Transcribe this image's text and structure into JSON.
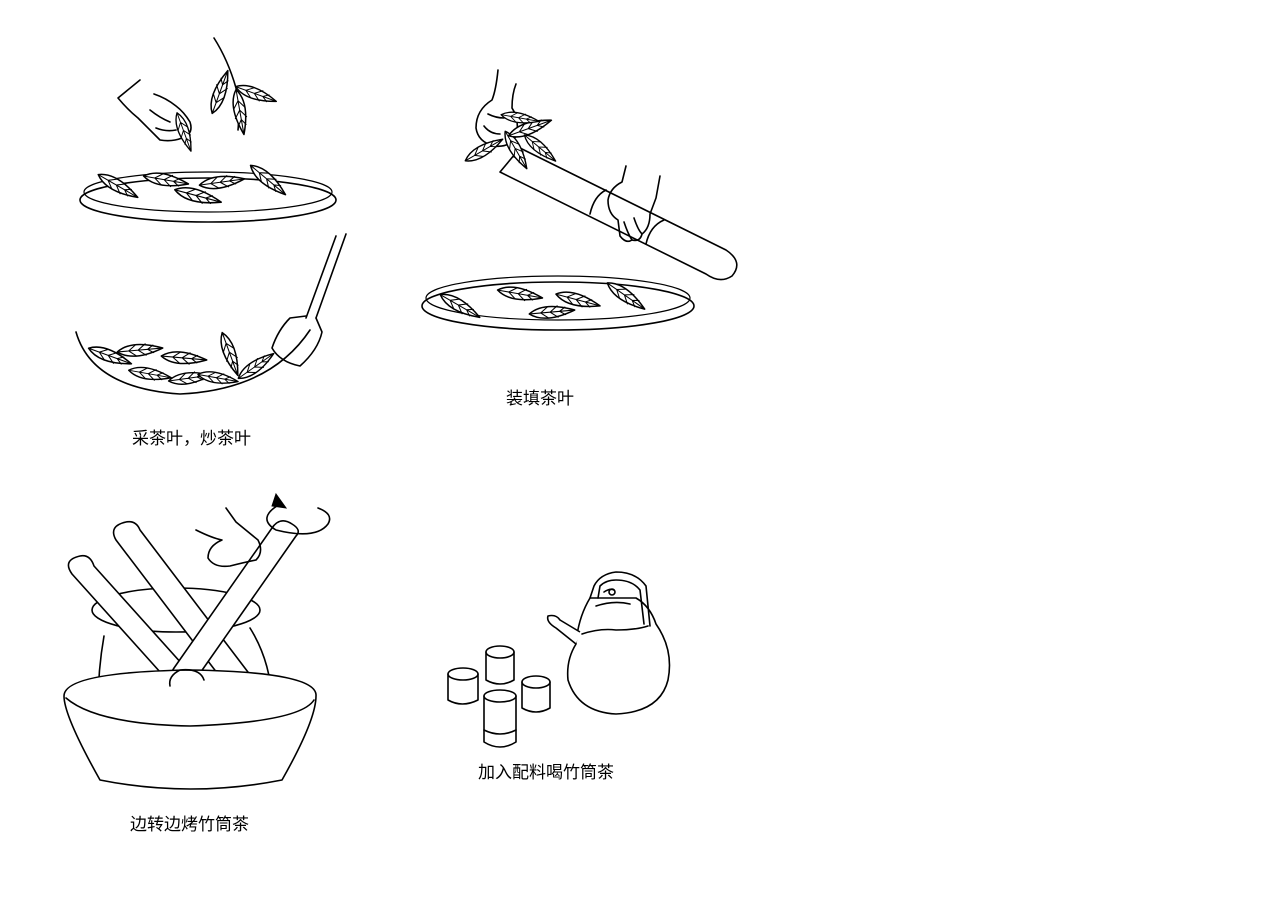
{
  "panels": {
    "pick_and_fry": {
      "caption": "采茶叶，炒茶叶"
    },
    "fill_leaves": {
      "caption": "装填茶叶"
    },
    "roast_tubes": {
      "caption": "边转边烤竹筒茶"
    },
    "serve_tea": {
      "caption": "加入配料喝竹筒茶"
    }
  }
}
